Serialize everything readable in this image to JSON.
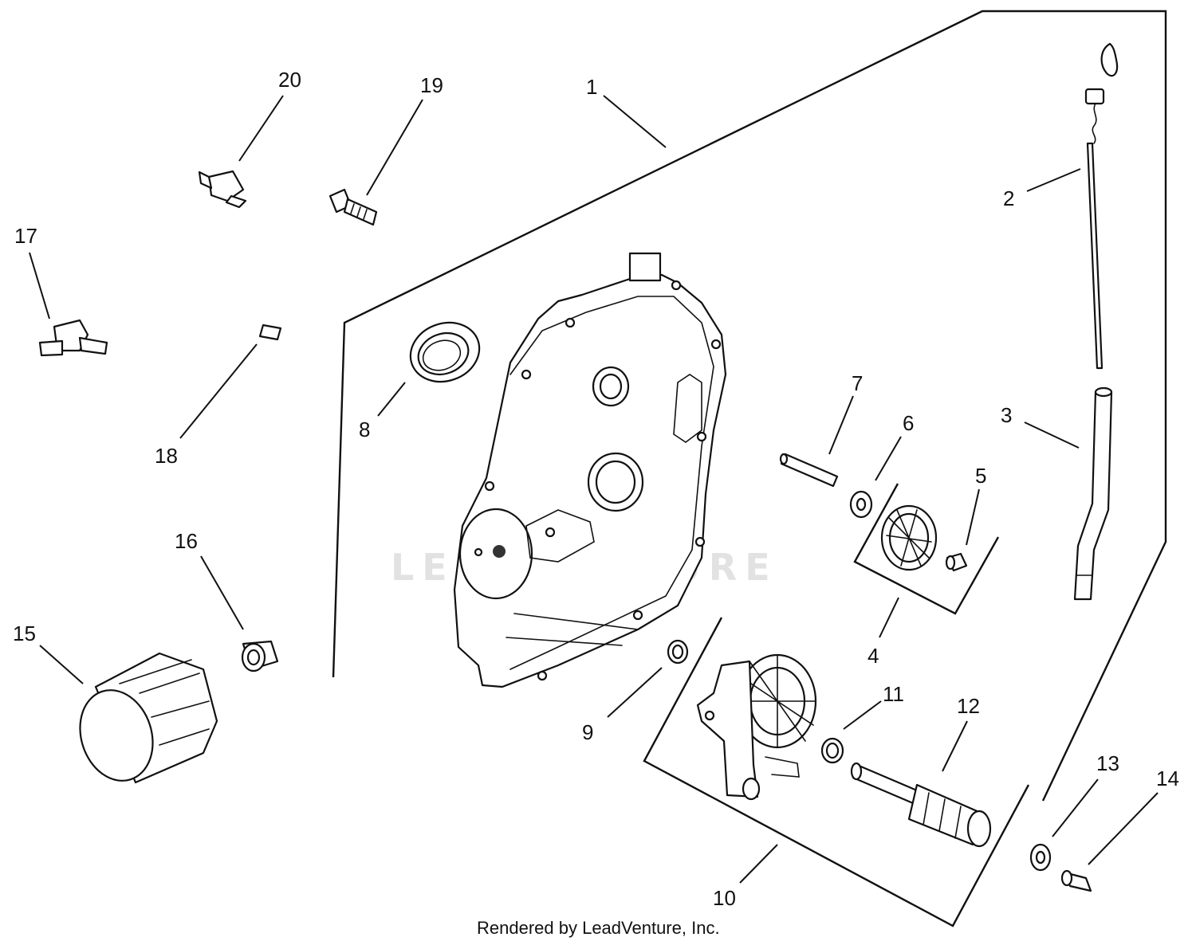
{
  "callouts": [
    {
      "id": "1",
      "label": "1"
    },
    {
      "id": "2",
      "label": "2"
    },
    {
      "id": "3",
      "label": "3"
    },
    {
      "id": "4",
      "label": "4"
    },
    {
      "id": "5",
      "label": "5"
    },
    {
      "id": "6",
      "label": "6"
    },
    {
      "id": "7",
      "label": "7"
    },
    {
      "id": "8",
      "label": "8"
    },
    {
      "id": "9",
      "label": "9"
    },
    {
      "id": "10",
      "label": "10"
    },
    {
      "id": "11",
      "label": "11"
    },
    {
      "id": "12",
      "label": "12"
    },
    {
      "id": "13",
      "label": "13"
    },
    {
      "id": "14",
      "label": "14"
    },
    {
      "id": "15",
      "label": "15"
    },
    {
      "id": "16",
      "label": "16"
    },
    {
      "id": "17",
      "label": "17"
    },
    {
      "id": "18",
      "label": "18"
    },
    {
      "id": "19",
      "label": "19"
    },
    {
      "id": "20",
      "label": "20"
    }
  ],
  "watermark": "LEADVENTURE",
  "credit": "Rendered by LeadVenture, Inc."
}
